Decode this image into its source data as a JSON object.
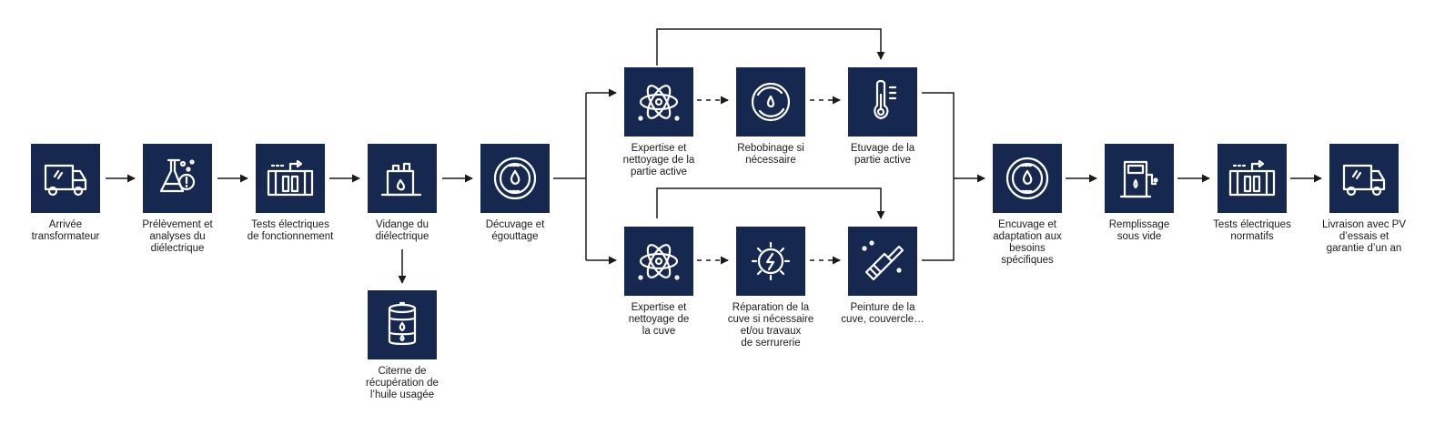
{
  "steps": [
    {
      "id": "arrivee",
      "icon": "truck-icon",
      "label": [
        "Arrivée",
        "transformateur"
      ]
    },
    {
      "id": "prelevement",
      "icon": "flask-icon",
      "label": [
        "Prélèvement et",
        "analyses du",
        "diélectrique"
      ]
    },
    {
      "id": "tests1",
      "icon": "transformer-icon",
      "label": [
        "Tests électriques",
        "de fonctionnement"
      ]
    },
    {
      "id": "vidange",
      "icon": "oil-can-icon",
      "label": [
        "Vidange du",
        "diélectrique"
      ]
    },
    {
      "id": "citerne",
      "icon": "oil-barrel-icon",
      "label": [
        "Citerne de",
        "récupération de",
        "l’huile usagée"
      ]
    },
    {
      "id": "decuvage",
      "icon": "oil-drop-ring-icon",
      "label": [
        "Décuvage et",
        "égouttage"
      ]
    },
    {
      "id": "expertise_pa",
      "icon": "atom-icon",
      "label": [
        "Expertise et",
        "nettoyage de la",
        "partie active"
      ]
    },
    {
      "id": "rebobinage",
      "icon": "coil-drop-icon",
      "label": [
        "Rebobinage si",
        "nécessaire"
      ]
    },
    {
      "id": "etuvage",
      "icon": "thermometer-icon",
      "label": [
        "Etuvage de la",
        "partie active"
      ]
    },
    {
      "id": "expertise_cuve",
      "icon": "atom-icon",
      "label": [
        "Expertise et",
        "nettoyage de",
        "la cuve"
      ]
    },
    {
      "id": "reparation",
      "icon": "gear-bolt-icon",
      "label": [
        "Réparation de la",
        "cuve si nécessaire",
        "et/ou travaux",
        "de serrurerie"
      ]
    },
    {
      "id": "peinture",
      "icon": "paint-brush-icon",
      "label": [
        "Peinture de la",
        "cuve, couvercle…"
      ]
    },
    {
      "id": "encuvage",
      "icon": "oil-drop-ring-icon",
      "label": [
        "Encuvage et",
        "adaptation aux",
        "besoins",
        "spécifiques"
      ]
    },
    {
      "id": "remplissage",
      "icon": "fuel-pump-icon",
      "label": [
        "Remplissage",
        "sous vide"
      ]
    },
    {
      "id": "tests2",
      "icon": "transformer-icon",
      "label": [
        "Tests électriques",
        "normatifs"
      ]
    },
    {
      "id": "livraison",
      "icon": "truck-icon",
      "label": [
        "Livraison avec PV",
        "d’essais et",
        "garantie d’un an"
      ]
    }
  ],
  "colors": {
    "box": "#16284f",
    "icon": "#ffffff",
    "arrow": "#1a1a1a",
    "text": "#1a1a1a"
  }
}
